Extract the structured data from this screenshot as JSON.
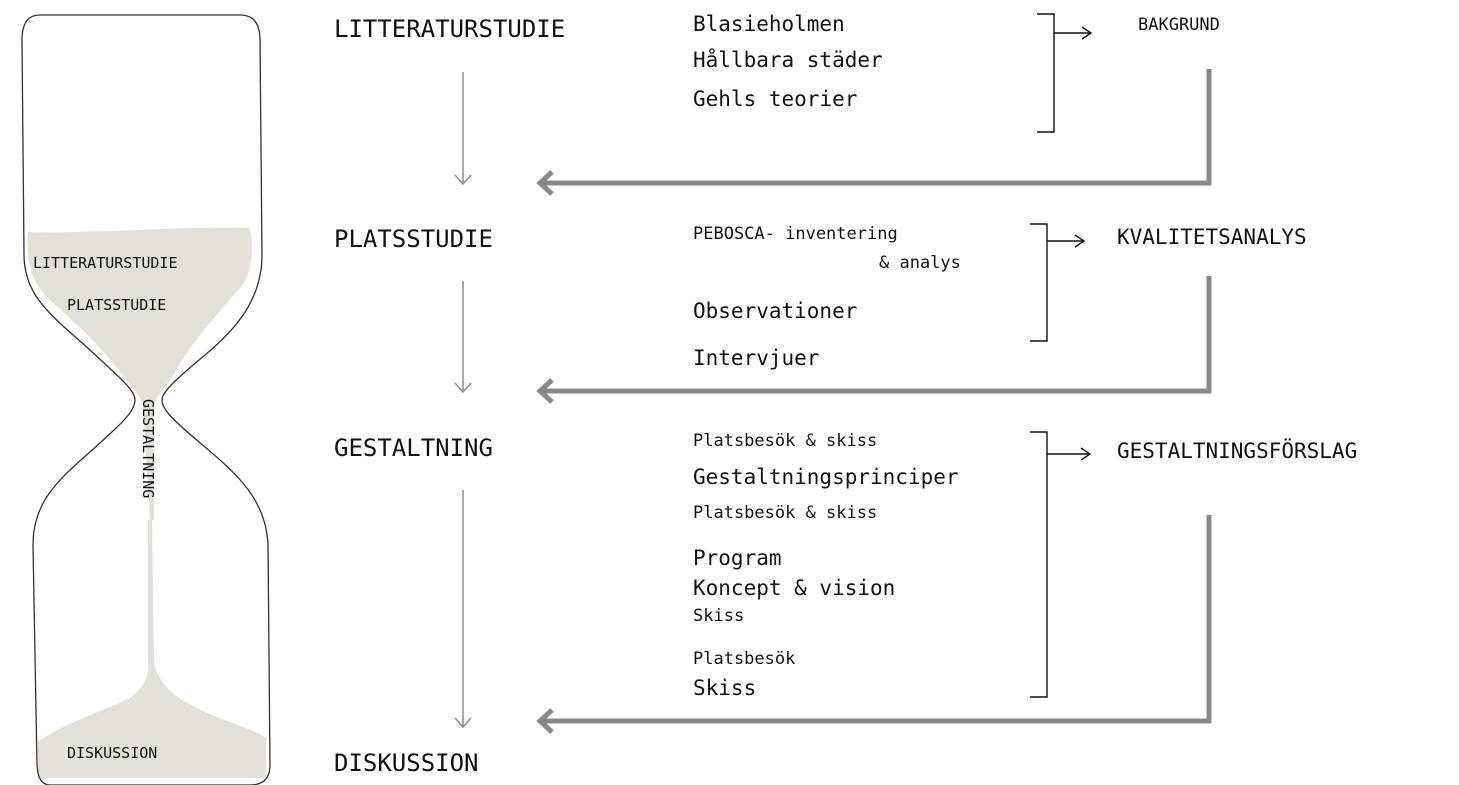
{
  "colors": {
    "background": "#ffffff",
    "text": "#111111",
    "sand": "#e3e0da",
    "arrow_thin": "#8c8c8c",
    "arrow_thick": "#888888",
    "bracket": "#111111"
  },
  "hourglass": {
    "labels": {
      "top_1": "LITTERATURSTUDIE",
      "top_2": "PLATSSTUDIE",
      "neck": "GESTALTNING",
      "bottom": "DISKUSSION"
    }
  },
  "stages": [
    {
      "title": "LITTERATURSTUDIE",
      "items": [
        "Blasieholmen",
        "Hållbara städer",
        "Gehls teorier"
      ],
      "output": "BAKGRUND"
    },
    {
      "title": "PLATSSTUDIE",
      "items": [
        "PEBOSCA- inventering",
        "& analys",
        "Observationer",
        "Intervjuer"
      ],
      "output": "KVALITETSANALYS"
    },
    {
      "title": "GESTALTNING",
      "items": [
        "Platsbesök & skiss",
        "Gestaltningsprinciper",
        "Platsbesök & skiss",
        "Program",
        "Koncept & vision",
        "Skiss",
        "Platsbesök",
        "Skiss"
      ],
      "output": "GESTALTNINGSFÖRSLAG"
    },
    {
      "title": "DISKUSSION"
    }
  ]
}
